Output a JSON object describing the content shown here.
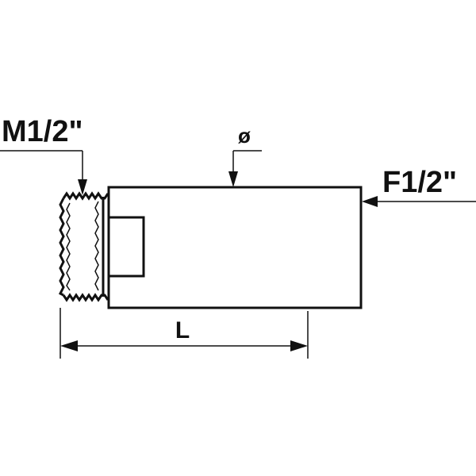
{
  "labels": {
    "male_thread": "M1/2\"",
    "female_thread": "F1/2\"",
    "diameter": "ø",
    "length": "L"
  },
  "colors": {
    "line": "#111111",
    "background": "#ffffff"
  }
}
